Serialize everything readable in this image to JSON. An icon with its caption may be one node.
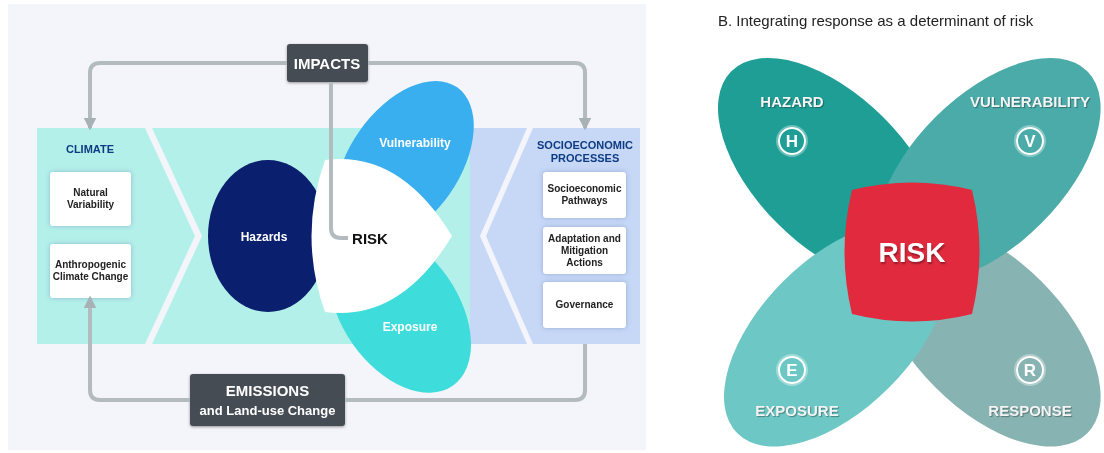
{
  "diagram": {
    "title": "B. Integrating response as a determinant of risk",
    "nodes": [
      {
        "text": [
          "IMPACTS"
        ]
      },
      {
        "text": [
          "CLIMATE"
        ]
      },
      {
        "text": [
          "Natural Variability"
        ],
        "in": 1
      },
      {
        "text": [
          "Anthropogenic Climate Change"
        ],
        "in": 1
      },
      {
        "text": [
          "Hazards"
        ]
      },
      {
        "text": [
          "Vulnerability"
        ]
      },
      {
        "text": [
          "RISK"
        ]
      },
      {
        "text": [
          "Exposure"
        ]
      },
      {
        "text": [
          "SOCIOECONOMIC PROCESSES"
        ]
      },
      {
        "text": [
          "Socioeconomic Pathways"
        ],
        "in": 8
      },
      {
        "text": [
          "Adaptation and Mitigation Actions"
        ],
        "in": 8
      },
      {
        "text": [
          "Governance"
        ],
        "in": 8
      },
      {
        "text": [
          "EMISSIONS",
          "and Land-use Change"
        ]
      },
      {
        "text": [
          "HAZARD",
          "H"
        ]
      },
      {
        "text": [
          "VULNERABILITY",
          "V"
        ]
      },
      {
        "text": [
          "E",
          "EXPOSURE"
        ]
      },
      {
        "text": [
          "R",
          "RESPONSE"
        ]
      },
      {
        "text": [
          "RISK"
        ]
      }
    ],
    "edges": [
      {
        "from": 0,
        "to": 1,
        "arrow": "to"
      },
      {
        "from": 0,
        "to": 8,
        "arrow": "to"
      },
      {
        "from": 0,
        "to": 6,
        "arrow": "none"
      },
      {
        "from": 12,
        "to": 3,
        "arrow": "to"
      },
      {
        "from": 8,
        "to": 12,
        "arrow": "none"
      }
    ]
  }
}
